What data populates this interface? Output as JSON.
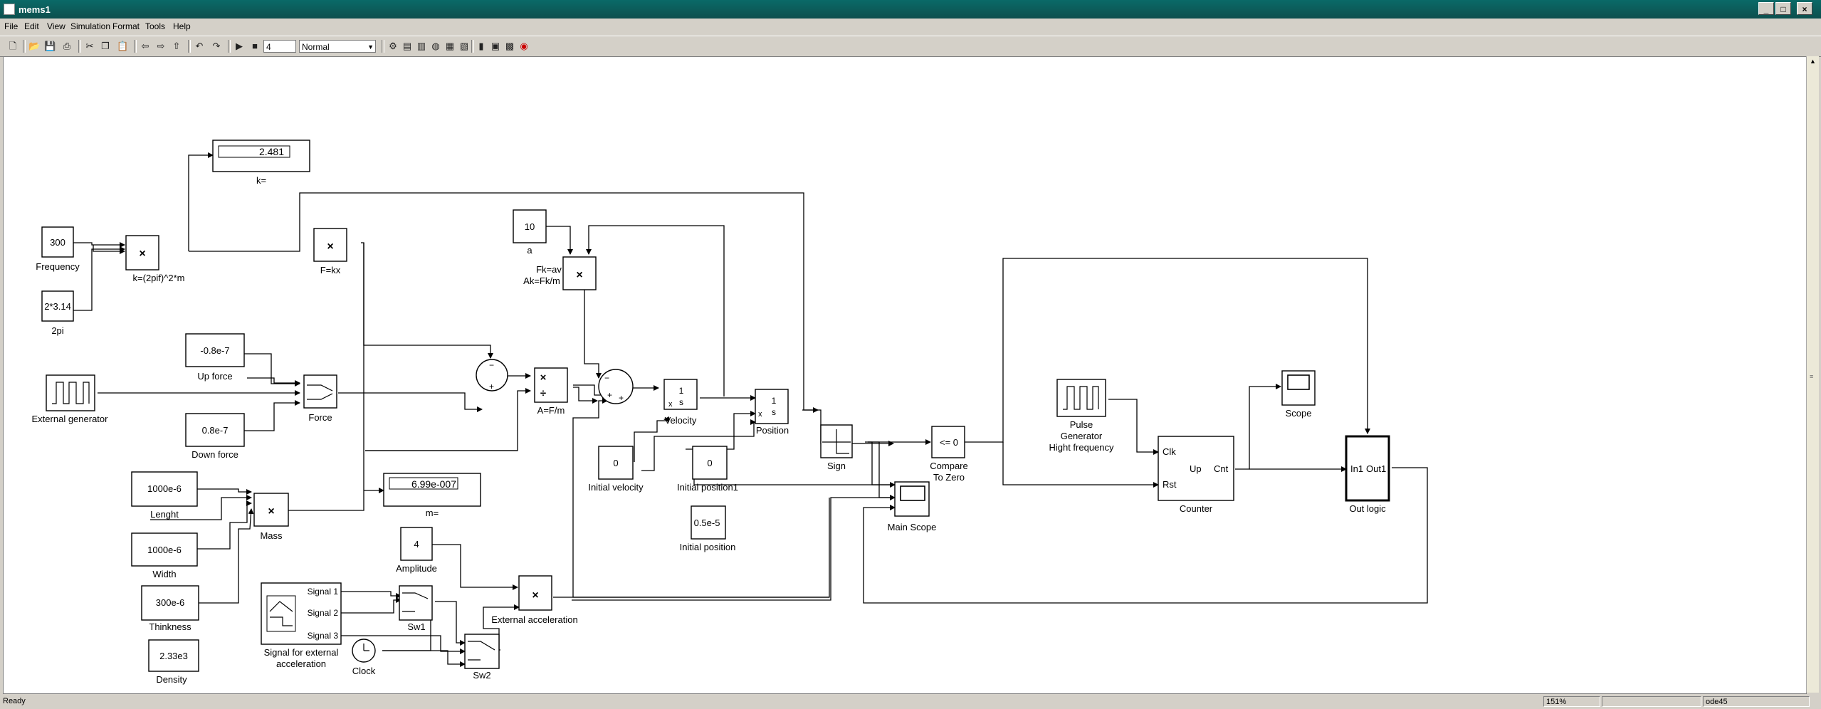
{
  "window": {
    "title": "mems1"
  },
  "menu": [
    "File",
    "Edit",
    "View",
    "Simulation",
    "Format",
    "Tools",
    "Help"
  ],
  "toolbar": {
    "stop_time": "4",
    "sim_mode": "Normal"
  },
  "blocks": {
    "display_k": "2.481",
    "k_label": "k=",
    "frequency_val": "300",
    "frequency_label": "Frequency",
    "twopi_val": "2*3.14",
    "twopi_label": "2pi",
    "kformula_label": "k=(2pif)^2*m",
    "fkx_label": "F=kx",
    "a_val": "10",
    "a_label": "a",
    "fkav_label": "Fk=av",
    "akfm_label": "Ak=Fk/m",
    "upforce_val": "-0.8e-7",
    "upforce_label": "Up force",
    "downforce_val": "0.8e-7",
    "downforce_label": "Down force",
    "extgen_label": "External generator",
    "force_label": "Force",
    "afm_label": "A=F/m",
    "velocity_label": "Velocity",
    "position_label": "Position",
    "int_num": "1",
    "int_den": "s",
    "int_x0": "x",
    "initvel_val": "0",
    "initvel_label": "Initial velocity",
    "initpos1_val": "0",
    "initpos1_label": "Initial position1",
    "initpos_val": "0.5e-5",
    "initpos_label": "Initial position",
    "sign_label": "Sign",
    "compare_val": "<= 0",
    "compare_label1": "Compare",
    "compare_label2": "To Zero",
    "mainscope_label": "Main Scope",
    "pulse_label1": "Pulse",
    "pulse_label2": "Generator",
    "pulse_label3": "Hight frequency",
    "clk": "Clk",
    "rst": "Rst",
    "up": "Up",
    "cnt": "Cnt",
    "counter_label": "Counter",
    "scope_label": "Scope",
    "in1": "In1",
    "out1": "Out1",
    "outlogic_label": "Out logic",
    "lenght_val": "1000e-6",
    "lenght_label": "Lenght",
    "width_val": "1000e-6",
    "width_label": "Width",
    "thick_val": "300e-6",
    "thick_label": "Thinkness",
    "density_val": "2.33e3",
    "density_label": "Density",
    "mass_label": "Mass",
    "display_m": "6.99e-007",
    "m_label": "m=",
    "amplitude_val": "4",
    "amplitude_label": "Amplitude",
    "extacc_label": "External acceleration",
    "sig1": "Signal 1",
    "sig2": "Signal 2",
    "sig3": "Signal 3",
    "sigbuilder_label1": "Signal for external",
    "sigbuilder_label2": "acceleration",
    "sw1_label": "Sw1",
    "sw2_label": "Sw2",
    "clock_label": "Clock"
  },
  "status": {
    "left": "Ready",
    "zoom": "151%",
    "solver": "ode45"
  }
}
